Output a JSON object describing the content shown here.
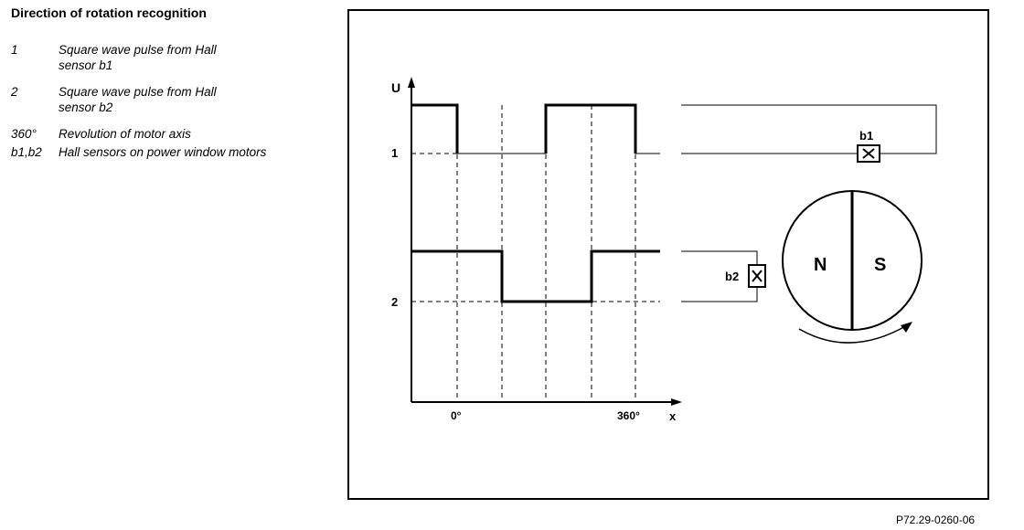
{
  "title": "Direction of rotation recognition",
  "legend": [
    {
      "key": "1",
      "desc": "Square wave pulse from Hall sensor b1"
    },
    {
      "key": "2",
      "desc": "Square wave pulse from Hall sensor b2"
    },
    {
      "key": "360°",
      "desc": "Revolution of motor axis"
    },
    {
      "key": "b1,b2",
      "desc": "Hall sensors on power window motors"
    }
  ],
  "diagram": {
    "axis_u": "U",
    "axis_x": "x",
    "level_1": "1",
    "level_2": "2",
    "tick_0": "0°",
    "tick_360": "360°",
    "sensor_b1": "b1",
    "sensor_b2": "b2",
    "pole_n": "N",
    "pole_s": "S"
  },
  "footer": "P72.29-0260-06"
}
